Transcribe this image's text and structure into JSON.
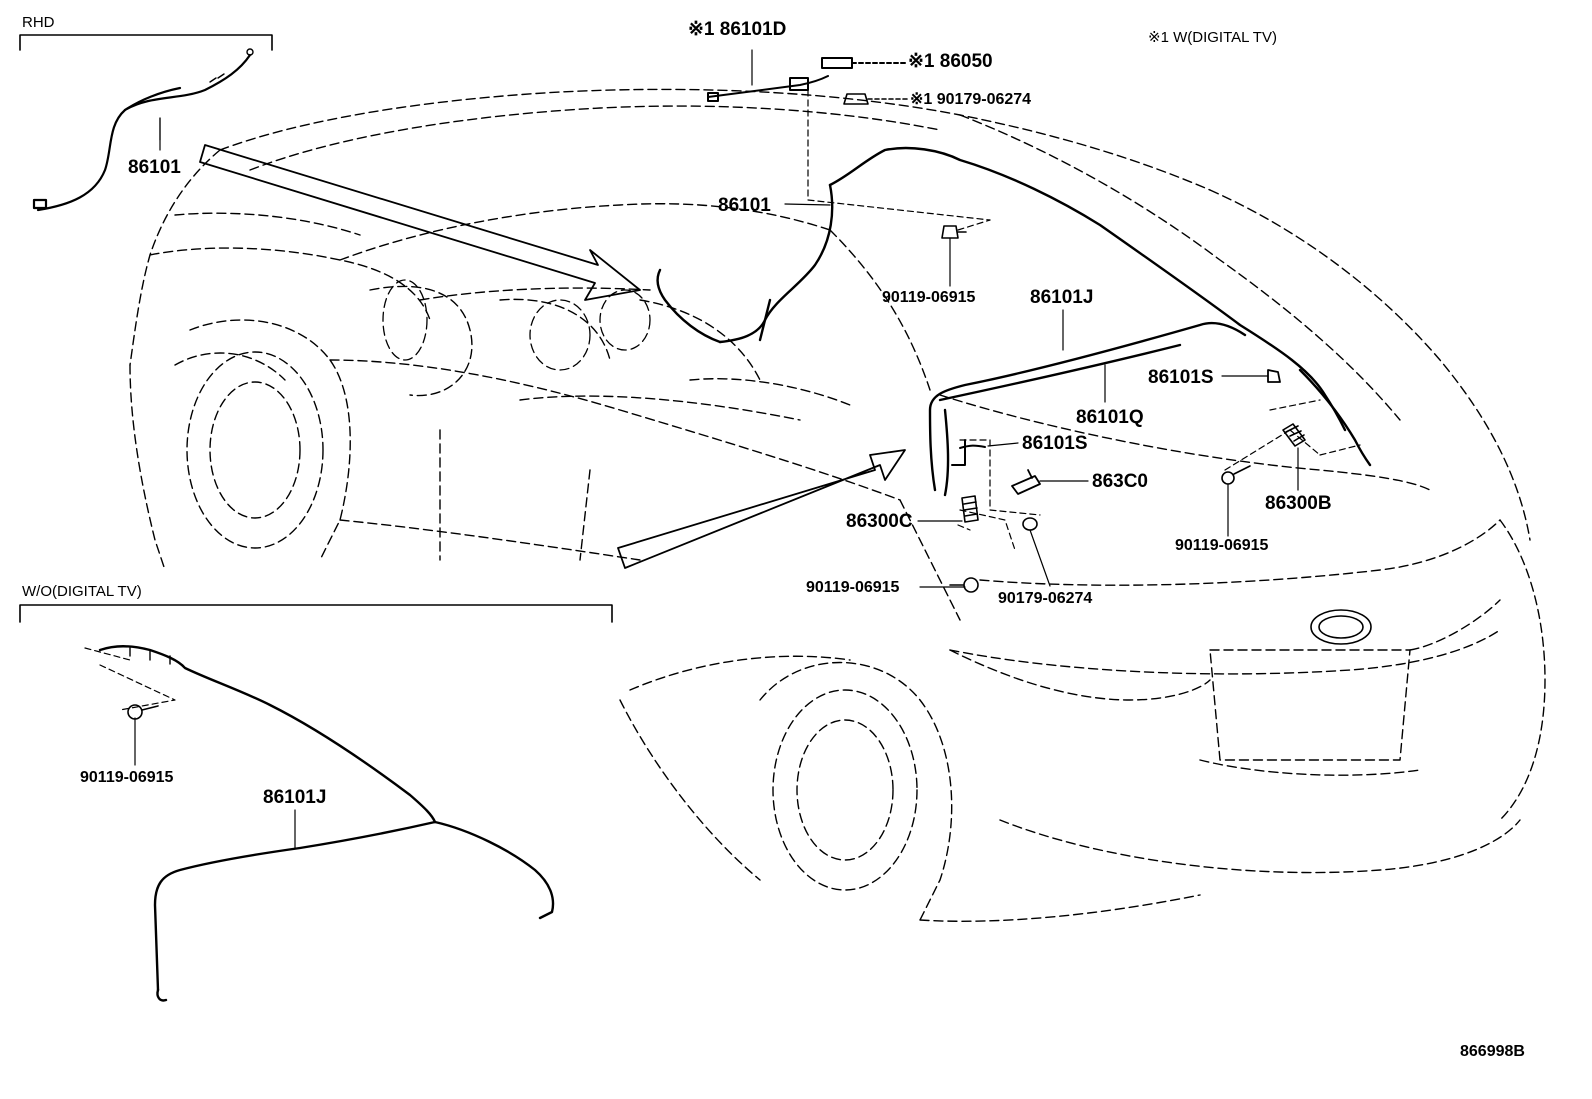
{
  "sections": {
    "rhd": "RHD",
    "wo_digital_tv": "W/O(DIGITAL TV)",
    "note_w_digital_tv": "※1 W(DIGITAL TV)"
  },
  "part_labels": {
    "p86101_rhd": "86101",
    "p86101d": "※1 86101D",
    "p86050": "※1 86050",
    "p90179_top": "※1 90179-06274",
    "p86101_mid": "86101",
    "p90119_center": "90119-06915",
    "p86101j_top": "86101J",
    "p86101s_right": "86101S",
    "p86101q": "86101Q",
    "p86101s_left": "86101S",
    "p863c0": "863C0",
    "p86300b": "86300B",
    "p86300c": "86300C",
    "p90119_right": "90119-06915",
    "p90119_lower": "90119-06915",
    "p90179_lower": "90179-06274",
    "p90119_wo": "90119-06915",
    "p86101j_wo": "86101J"
  },
  "figure_id": "866998B",
  "colors": {
    "line": "#000000",
    "background": "#ffffff"
  }
}
